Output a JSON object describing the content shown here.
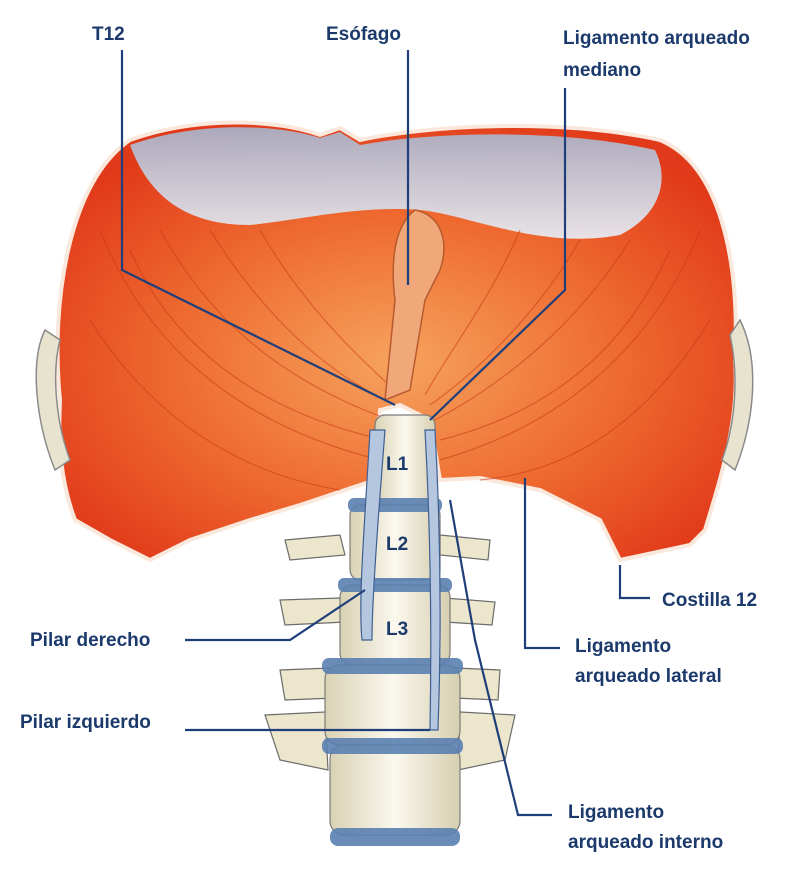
{
  "labels": {
    "t12": "T12",
    "esofago": "Esófago",
    "lig_arq_mediano_1": "Ligamento arqueado",
    "lig_arq_mediano_2": "mediano",
    "costilla_12": "Costilla 12",
    "lig_arq_lateral_1": "Ligamento",
    "lig_arq_lateral_2": "arqueado lateral",
    "pilar_derecho": "Pilar derecho",
    "pilar_izquierdo": "Pilar izquierdo",
    "lig_arq_interno_1": "Ligamento",
    "lig_arq_interno_2": "arqueado interno",
    "l1": "L1",
    "l2": "L2",
    "l3": "L3"
  },
  "colors": {
    "muscle": "#e8461f",
    "muscle_light": "#f29a5c",
    "tendon": "#c7ccd9",
    "bone": "#f1ecd8",
    "disc": "#5a7fb0",
    "label": "#1b3a6b"
  }
}
